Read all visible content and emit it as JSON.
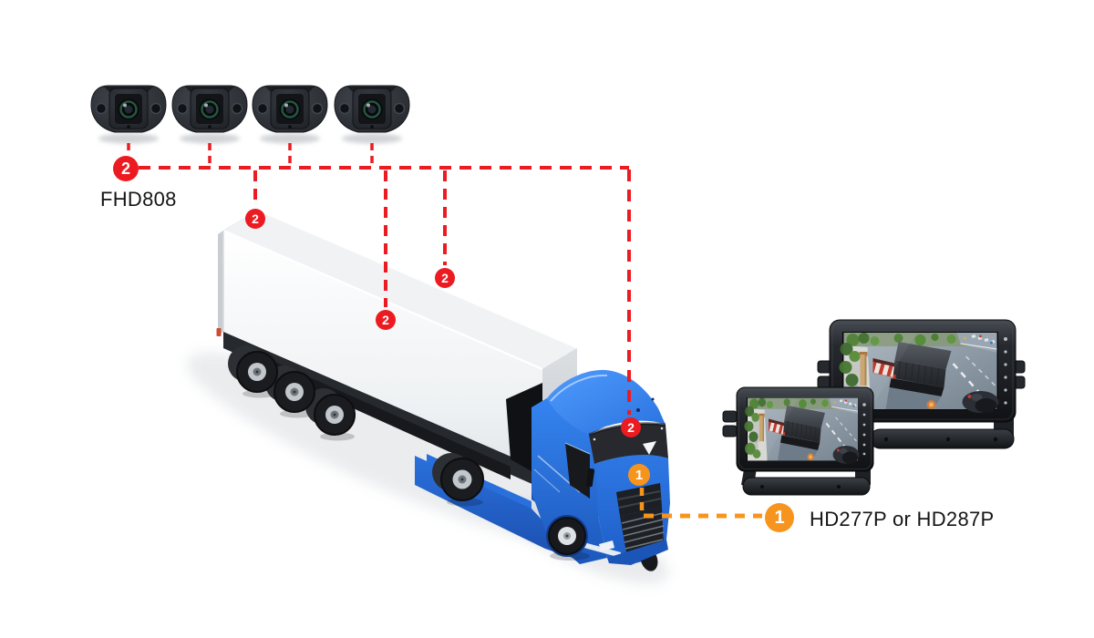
{
  "camera_system": {
    "badge_number": "2",
    "model_label": "FHD808",
    "camera_count": 4,
    "accent_color": "#ec1b21"
  },
  "monitor_system": {
    "badge_number": "1",
    "model_label": "HD277P or HD287P",
    "monitor_count": 2,
    "accent_color": "#f7941e"
  },
  "truck": {
    "cab_color": "#2e7ae6",
    "trailer_color": "#f2f4f6",
    "wheel_color": "#1a1c1f"
  },
  "background_color": "#ffffff"
}
